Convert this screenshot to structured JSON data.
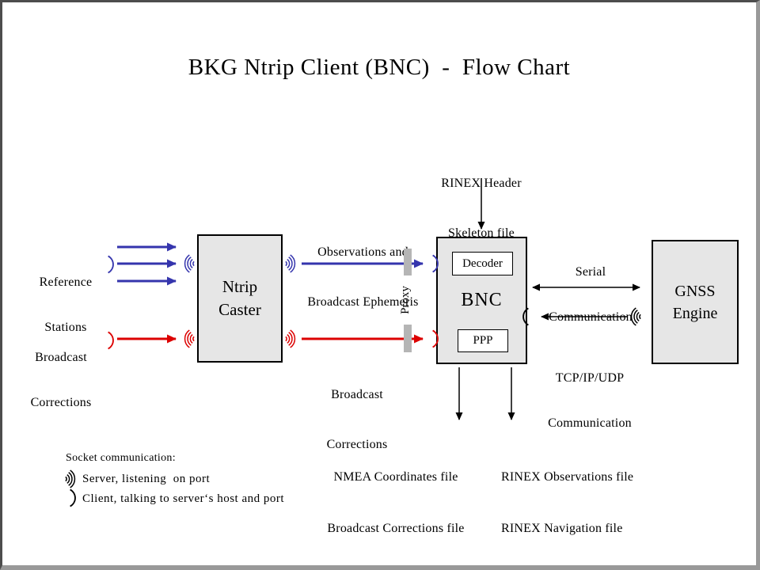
{
  "title": "BKG Ntrip Client (BNC)  -  Flow Chart",
  "colors": {
    "arrow_blue": "#3535AD",
    "arrow_red": "#DC0000",
    "node_fill": "#E6E6E6",
    "sub_node_fill": "#FFFFFF",
    "proxy_bar": "#B5B5B5",
    "frame_dark": "#4D4D4D",
    "frame_light": "#999999"
  },
  "icons": {
    "server_listening_signal": ")))",
    "client_talking_paren": ")"
  },
  "nodes": {
    "reference_stations": {
      "line1": "Reference",
      "line2": "Stations"
    },
    "broadcast_corrections_source": {
      "line1": "Broadcast",
      "line2": "Corrections"
    },
    "ntrip_caster": {
      "line1": "Ntrip",
      "line2": "Caster"
    },
    "bnc": {
      "label": "BNC",
      "decoder": "Decoder",
      "ppp": "PPP"
    },
    "gnss_engine": {
      "line1": "GNSS",
      "line2": "Engine"
    }
  },
  "labels": {
    "observations_ephemeris": {
      "line1": "Observations and",
      "line2": "Broadcast Ephemeris"
    },
    "broadcast_corrections_link": {
      "line1": "Broadcast",
      "line2": "Corrections"
    },
    "proxy": "Proxy",
    "rinex_header": {
      "line1": "RINEX Header",
      "line2": "Skeleton file"
    },
    "serial_communication": {
      "line1": "Serial",
      "line2": "Communication"
    },
    "tcp_communication": {
      "line1": "TCP/IP/UDP",
      "line2": "Communication"
    },
    "nmea_output": {
      "line1": "NMEA Coordinates file",
      "line2": "Broadcast Corrections file"
    },
    "rinex_output": {
      "line1": "RINEX Observations file",
      "line2": "RINEX Navigation file"
    }
  },
  "legend": {
    "heading": "Socket communication:",
    "server_row": "Server, listening  on port",
    "client_row": "Client, talking to server‘s host and port"
  }
}
